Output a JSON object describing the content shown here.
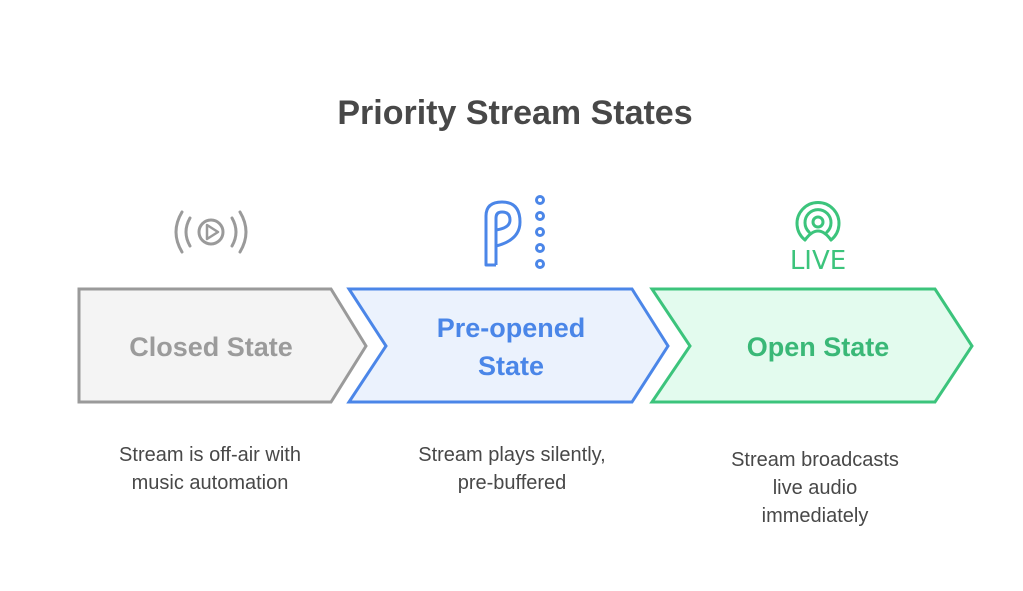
{
  "title": "Priority Stream States",
  "colors": {
    "closed": {
      "stroke": "#9a9a9a",
      "fill": "#f4f4f4",
      "text": "#9b9b9b"
    },
    "preopened": {
      "stroke": "#4b86e8",
      "fill": "#ebf2fd",
      "text": "#4a86e8"
    },
    "open": {
      "stroke": "#3cc47c",
      "fill": "#e3fbee",
      "text": "#3ab877"
    }
  },
  "stages": [
    {
      "label_lines": [
        "Closed State"
      ],
      "icon": "broadcast-play-icon",
      "desc_lines": [
        "Stream is off-air with",
        "music automation"
      ]
    },
    {
      "label_lines": [
        "Pre-opened",
        "State"
      ],
      "icon": "parking-dots-icon",
      "desc_lines": [
        "Stream plays silently,",
        "pre-buffered"
      ]
    },
    {
      "label_lines": [
        "Open State"
      ],
      "icon": "live-broadcast-icon",
      "icon_text": "LIVE",
      "desc_lines": [
        "Stream broadcasts",
        "live audio",
        "immediately"
      ]
    }
  ]
}
